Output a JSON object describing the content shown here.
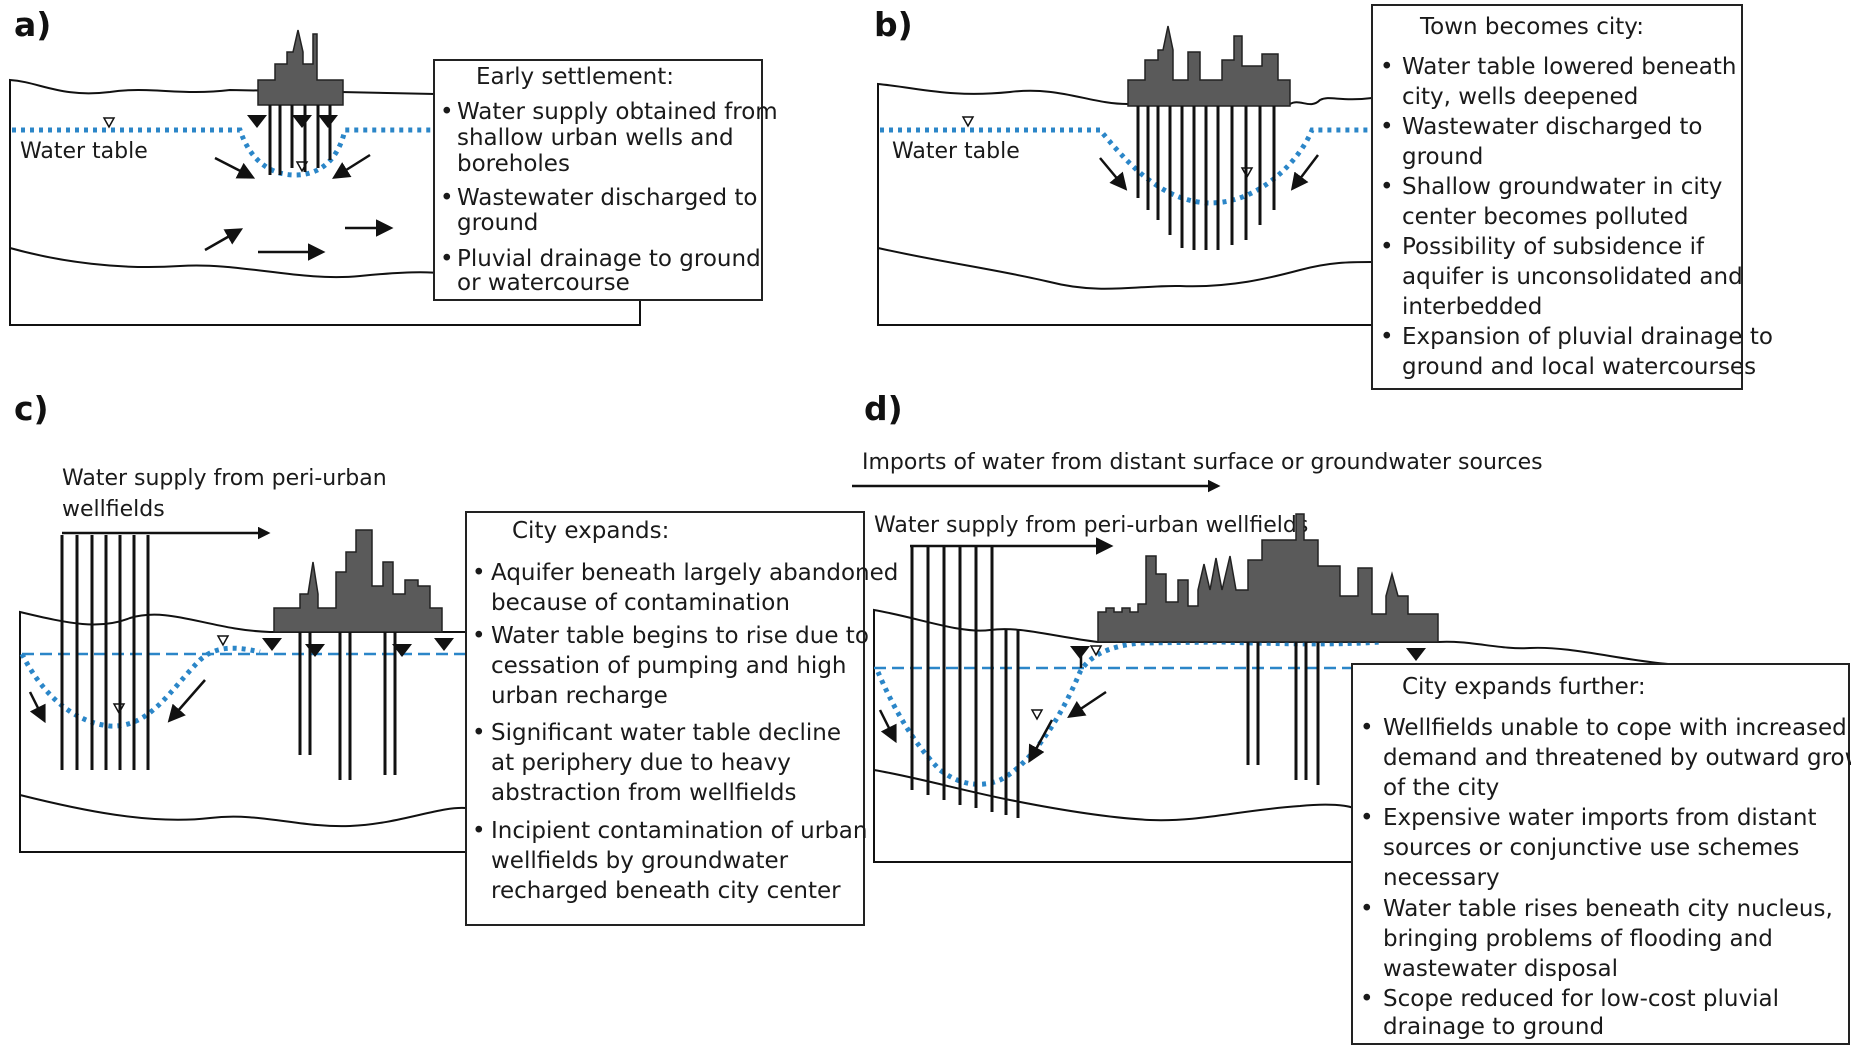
{
  "panels": {
    "a": {
      "label": "a)",
      "water_table_label": "Water table",
      "box_title": "Early settlement:",
      "box_lines": [
        [
          [
            "•",
            "Water supply obtained from"
          ],
          [
            "",
            "shallow urban wells and"
          ],
          [
            "",
            "boreholes"
          ]
        ],
        [
          [
            "•",
            "Wastewater discharged to"
          ],
          [
            "",
            "ground"
          ]
        ],
        [
          [
            "•",
            "Pluvial drainage to ground"
          ],
          [
            "",
            "or watercourse"
          ]
        ]
      ]
    },
    "b": {
      "label": "b)",
      "water_table_label": "Water table",
      "box_title": "Town becomes city:",
      "box_lines": [
        [
          [
            "•",
            "Water table lowered beneath"
          ],
          [
            "",
            "city, wells deepened"
          ]
        ],
        [
          [
            "•",
            "Wastewater discharged to"
          ],
          [
            "",
            "ground"
          ]
        ],
        [
          [
            "•",
            "Shallow groundwater in city"
          ],
          [
            "",
            "center becomes polluted"
          ]
        ],
        [
          [
            "•",
            "Possibility of subsidence if"
          ],
          [
            "",
            "aquifer is unconsolidated and"
          ],
          [
            "",
            "interbedded"
          ]
        ],
        [
          [
            "•",
            "Expansion of pluvial drainage to"
          ],
          [
            "",
            "ground and local watercourses"
          ]
        ]
      ]
    },
    "c": {
      "label": "c)",
      "supply_label_1": "Water supply from peri-urban",
      "supply_label_2": "wellfields",
      "box_title": "City expands:",
      "box_lines": [
        [
          [
            "•",
            "Aquifer beneath largely abandoned"
          ],
          [
            "",
            "because of contamination"
          ]
        ],
        [
          [
            "•",
            "Water table begins to rise due to"
          ],
          [
            "",
            "cessation of pumping and high"
          ],
          [
            "",
            "urban recharge"
          ]
        ],
        [
          [
            "•",
            "Significant water table decline"
          ],
          [
            "",
            "at periphery due to heavy"
          ],
          [
            "",
            "abstraction from wellfields"
          ]
        ],
        [
          [
            "•",
            "Incipient contamination of urban"
          ],
          [
            "",
            "wellfields by groundwater"
          ],
          [
            "",
            "recharged beneath city center"
          ]
        ]
      ]
    },
    "d": {
      "label": "d)",
      "imports_label": "Imports of water from distant surface or groundwater sources",
      "supply_label": "Water supply from peri-urban wellfields",
      "box_title": "City expands further:",
      "box_lines": [
        [
          [
            "•",
            "Wellfields unable to cope with increased"
          ],
          [
            "",
            "demand and threatened by outward growth"
          ],
          [
            "",
            "of the city"
          ]
        ],
        [
          [
            "•",
            "Expensive water imports from distant"
          ],
          [
            "",
            "sources or conjunctive use schemes"
          ],
          [
            "",
            "necessary"
          ]
        ],
        [
          [
            "•",
            "Water table rises beneath city nucleus,"
          ],
          [
            "",
            "bringing problems of flooding and"
          ],
          [
            "",
            "wastewater disposal"
          ]
        ],
        [
          [
            "•",
            "Scope reduced for low-cost pluvial"
          ],
          [
            "",
            "drainage to ground"
          ]
        ]
      ]
    }
  },
  "colors": {
    "water_table": "#2b86c8",
    "city": "#5a5a5a"
  }
}
